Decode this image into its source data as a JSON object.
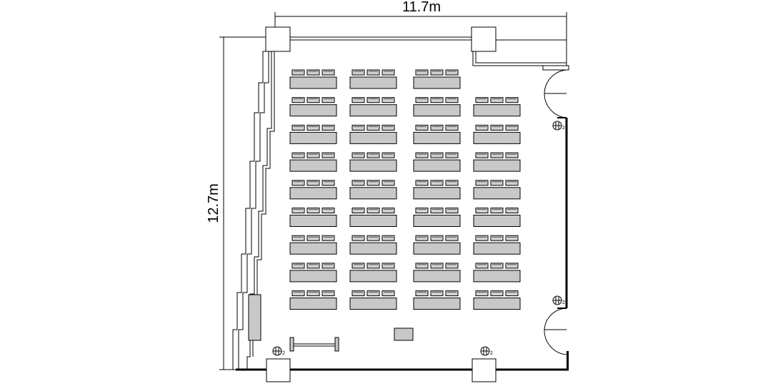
{
  "dimensions": {
    "width_label": "11.7m",
    "height_label": "12.7m"
  },
  "layout": {
    "table_grid_rows": 9,
    "table_grid_cols": 4,
    "tables_missing_top_right": 1,
    "chairs_per_table": 3
  },
  "outlets": {
    "label": "2",
    "count": 4
  },
  "colors": {
    "wall": "#000000",
    "table_fill": "#c8c8c8",
    "chair_fill": "#d0d0d0",
    "background": "#ffffff"
  }
}
